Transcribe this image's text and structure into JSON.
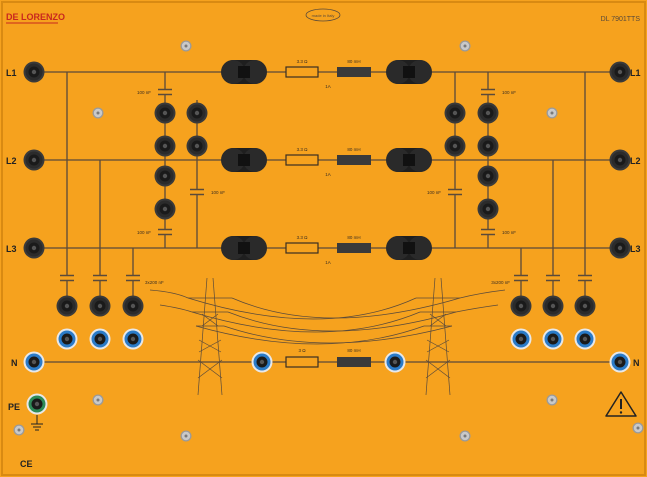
{
  "panel": {
    "brand": "DE LORENZO",
    "model": "DL 7901TTS",
    "badge": "made in Italy",
    "ce_mark": "CE",
    "colors": {
      "background": "#f6a21e",
      "wire": "#5a4a3a",
      "brand_red": "#c8281e",
      "socket_black": "#1a1a1a",
      "socket_blue": "#2a7bc8",
      "socket_green": "#2e8b57",
      "screw": "#c9c9c9"
    }
  },
  "lines": {
    "left": [
      "L1",
      "L2",
      "L3"
    ],
    "right": [
      "L1",
      "L2",
      "L3"
    ],
    "neutral_left": "N",
    "neutral_right": "N",
    "protective_earth": "PE"
  },
  "series_components": [
    {
      "resistor": "3.3 Ω",
      "inductor": "80 mH",
      "current": "1A"
    },
    {
      "resistor": "3.3 Ω",
      "inductor": "80 mH",
      "current": "1A"
    },
    {
      "resistor": "3.3 Ω",
      "inductor": "80 mH",
      "current": "1A"
    },
    {
      "resistor": "3 Ω",
      "inductor": "80 mH"
    }
  ],
  "capacitors": {
    "line_to_line": "100 nF",
    "line_to_neutral": "3x200 nF"
  },
  "icons": [
    "warning-triangle-icon",
    "earth-ground-icon",
    "transmission-tower-icon"
  ]
}
